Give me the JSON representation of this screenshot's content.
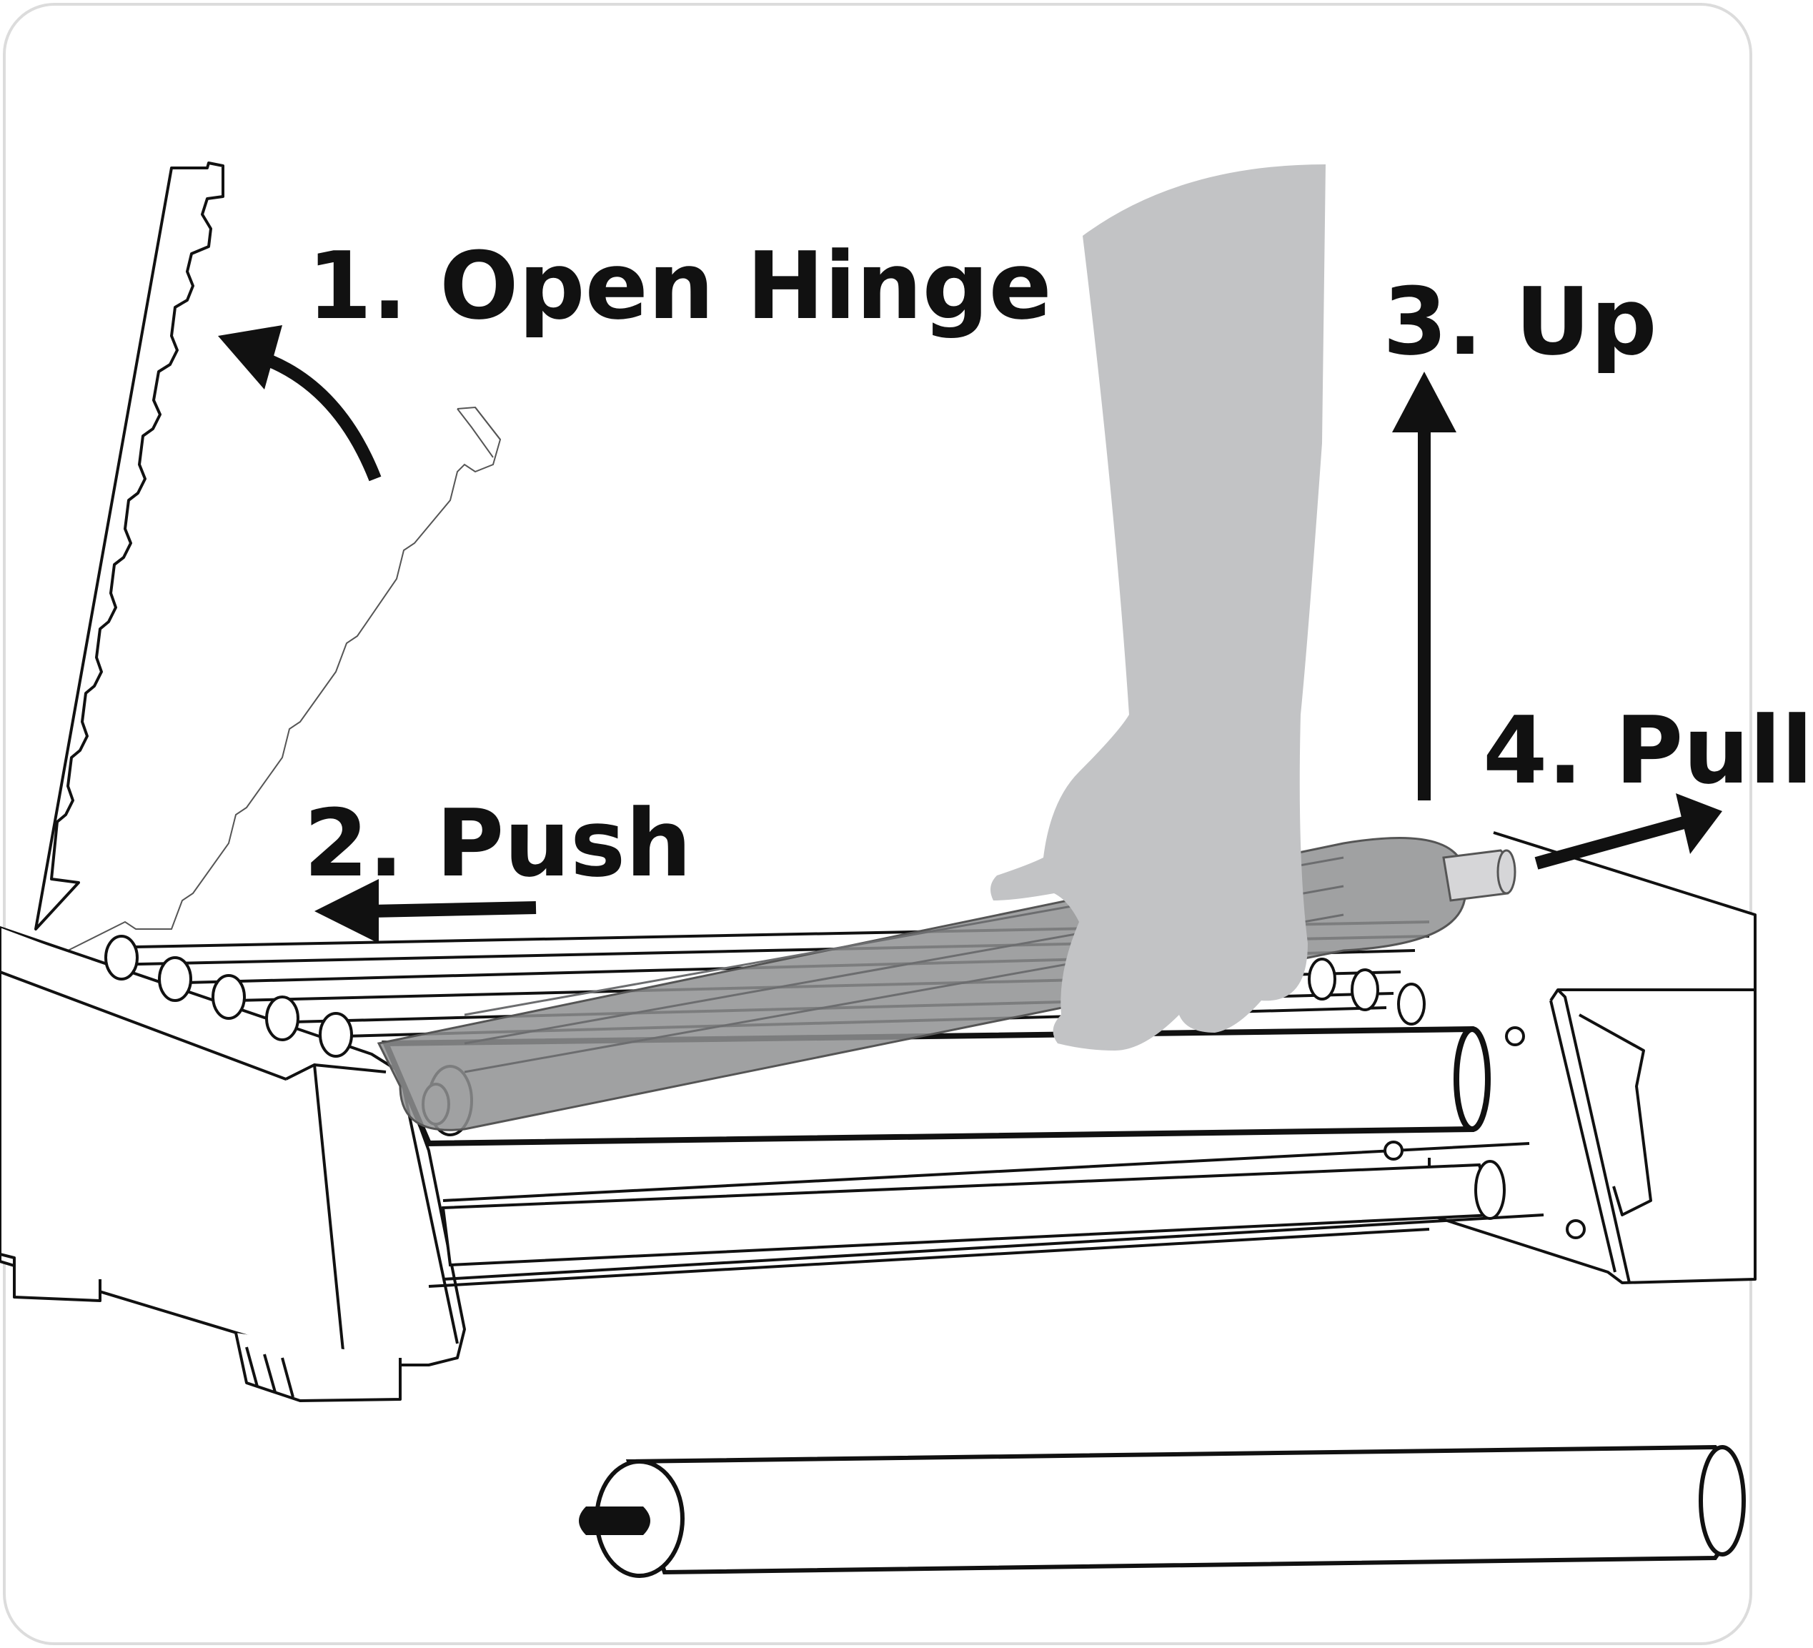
{
  "steps": [
    {
      "label": "1. Open Hinge"
    },
    {
      "label": "2. Push"
    },
    {
      "label": "3. Up"
    },
    {
      "label": "4. Pull"
    }
  ],
  "colors": {
    "line": "#111111",
    "hand": "#c2c3c5",
    "roller_highlight": "#8f9092",
    "background": "#ffffff"
  }
}
